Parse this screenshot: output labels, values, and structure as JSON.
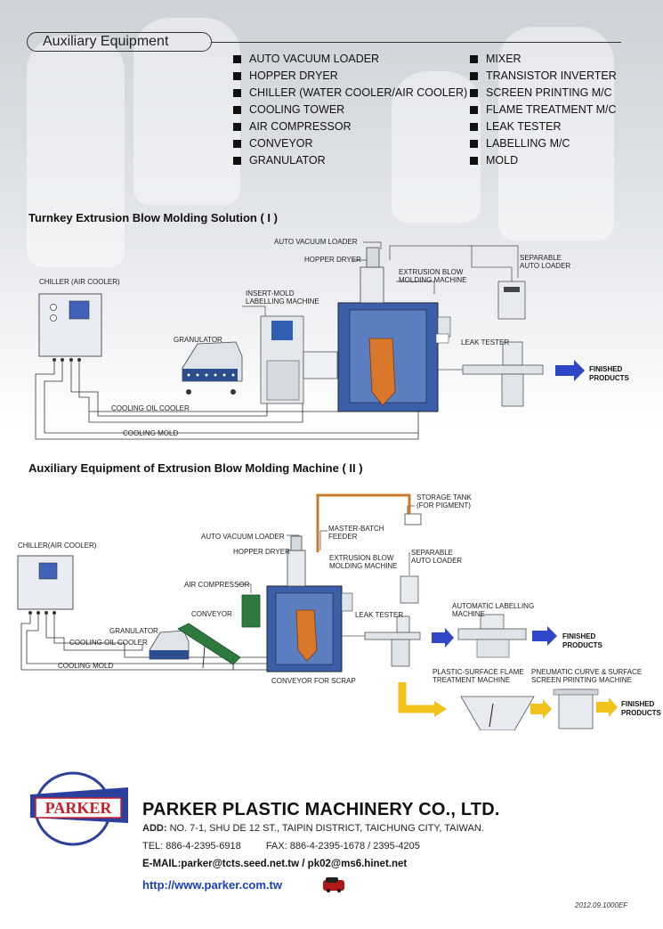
{
  "header": {
    "title": "Auxiliary Equipment"
  },
  "equipment_list": {
    "left": [
      "AUTO VACUUM LOADER",
      "HOPPER DRYER",
      "CHILLER (WATER COOLER/AIR COOLER)",
      "COOLING TOWER",
      "AIR COMPRESSOR",
      "CONVEYOR",
      "GRANULATOR"
    ],
    "right": [
      "MIXER",
      "TRANSISTOR INVERTER",
      "SCREEN PRINTING M/C",
      "FLAME TREATMENT M/C",
      "LEAK TESTER",
      "LABELLING M/C",
      "MOLD"
    ]
  },
  "section1": {
    "title": "Turnkey Extrusion Blow Molding Solution ( I )",
    "labels": {
      "auto_vacuum_loader": "AUTO VACUUM LOADER",
      "hopper_dryer": "HOPPER DRYER",
      "extrusion_blow": "EXTRUSION BLOW\nMOLDING MACHINE",
      "separable_loader": "SEPARABLE\nAUTO LOADER",
      "chiller": "CHILLER (AIR COOLER)",
      "insert_mold": "INSERT-MOLD\nLABELLING MACHINE",
      "granulator": "GRANULATOR",
      "leak_tester": "LEAK TESTER",
      "finished": "FINISHED\nPRODUCTS",
      "cooling_oil": "COOLING OIL COOLER",
      "cooling_mold": "COOLING MOLD"
    }
  },
  "section2": {
    "title": "Auxiliary Equipment of Extrusion Blow Molding Machine ( II )",
    "labels": {
      "storage_tank": "STORAGE TANK\n(FOR PIGMENT)",
      "master_batch": "MASTER-BATCH\nFEEDER",
      "auto_vacuum_loader": "AUTO VACUUM LOADER",
      "hopper_dryer": "HOPPER DRYER",
      "extrusion_blow": "EXTRUSION BLOW\nMOLDING MACHINE",
      "separable_loader": "SEPARABLE\nAUTO LOADER",
      "chiller": "CHILLER(AIR COOLER)",
      "air_compressor": "AIR COMPRESSOR",
      "conveyor": "CONVEYOR",
      "granulator": "GRANULATOR",
      "cooling_oil": "COOLING OIL COOLER",
      "cooling_mold": "COOLING MOLD",
      "conveyor_scrap": "CONVEYOR FOR SCRAP",
      "leak_tester": "LEAK TESTER",
      "auto_labelling": "AUTOMATIC LABELLING\nMACHINE",
      "finished1": "FINISHED\nPRODUCTS",
      "flame_treatment": "PLASTIC-SURFACE FLAME\nTREATMENT MACHINE",
      "screen_printing": "PNEUMATIC CURVE & SURFACE\nSCREEN PRINTING MACHINE",
      "finished2": "FINISHED\nPRODUCTS"
    }
  },
  "company": {
    "logo_text": "PARKER",
    "name": "PARKER PLASTIC MACHINERY CO., LTD.",
    "add_label": "ADD:",
    "address": "NO. 7-1, SHU DE 12 ST., TAIPIN DISTRICT, TAICHUNG CITY, TAIWAN.",
    "tel": "TEL: 886-4-2395-6918",
    "fax": "FAX: 886-4-2395-1678 / 2395-4205",
    "email": "E-MAIL:parker@tcts.seed.net.tw  /  pk02@ms6.hinet.net",
    "website": "http://www.parker.com.tw",
    "doc_code": "2012.09.1000EF"
  },
  "colors": {
    "machine_blue": "#3a5fa8",
    "mold_orange": "#d9782a",
    "arrow_blue": "#2e46c8",
    "arrow_yellow": "#f2c21a",
    "logo_red": "#c8202a",
    "logo_blue": "#2b3f9c",
    "pipe_orange": "#c77c2a"
  }
}
